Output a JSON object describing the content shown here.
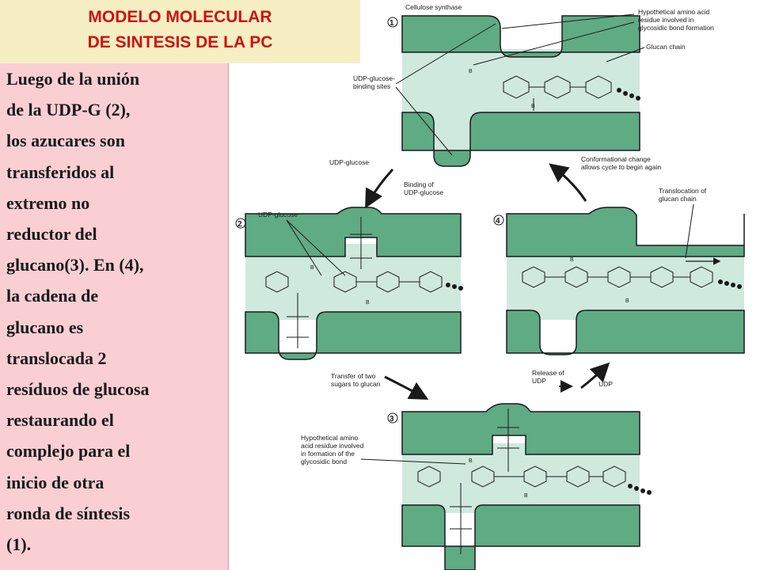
{
  "title": {
    "line1": "MODELO MOLECULAR",
    "line2": "DE SINTESIS DE LA PC"
  },
  "body_lines": [
    "Luego de la unión",
    "de la UDP-G (2),",
    "los azucares son",
    "transferidos  al",
    "extremo no",
    "reductor del",
    "glucano(3). En (4),",
    "la cadena de",
    "glucano es",
    "translocada 2",
    "resíduos de glucosa",
    "restaurando  el",
    "complejo para el",
    "inicio de otra",
    "ronda de síntesis",
    "(1)."
  ],
  "diagram": {
    "step_numbers": [
      "1",
      "2",
      "3",
      "4"
    ],
    "labels": {
      "cellulose_synthase": "Cellulose synthase",
      "hypothetical_top_1": "Hypothetical amino acid",
      "hypothetical_top_2": "residue involved in",
      "hypothetical_top_3": "glycosidic bond formation",
      "glucan_chain": "Glucan chain",
      "udp_binding_1": "UDP-glucose-",
      "udp_binding_2": "binding sites",
      "udp_glucose_top": "UDP-glucose",
      "binding_1": "Binding of",
      "binding_2": "UDP-glucose",
      "conformational_1": "Conformational change",
      "conformational_2": "allows cycle to begin again",
      "translocation_1": "Translocation of",
      "translocation_2": "glucan chain",
      "udp_glucose_2": "UDP-glucose",
      "transfer_1": "Transfer of two",
      "transfer_2": "sugars to glucan",
      "release_1": "Release of",
      "release_2": "UDP",
      "udp": "UDP",
      "hypothetical_bottom_1": "Hypothetical amino",
      "hypothetical_bottom_2": "acid residue involved",
      "hypothetical_bottom_3": "in formation of the",
      "hypothetical_bottom_4": "glycosidic bond",
      "residue_b": "B"
    },
    "colors": {
      "enzyme": "#5fab84",
      "pocket": "#cfe9dd",
      "outline": "#1a1a1a"
    }
  }
}
